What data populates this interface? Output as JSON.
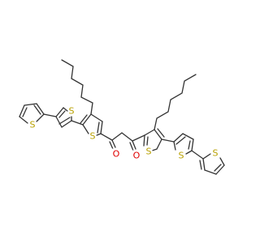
{
  "molecule": {
    "colors": {
      "bond": "#333333",
      "sulfur": "#b8a000",
      "oxygen": "#e00000",
      "background": "#ffffff"
    },
    "atoms": [
      {
        "id": "S1",
        "element": "S",
        "label": "S"
      },
      {
        "id": "S2",
        "element": "S",
        "label": "S"
      },
      {
        "id": "S3",
        "element": "S",
        "label": "S"
      },
      {
        "id": "S4",
        "element": "S",
        "label": "S"
      },
      {
        "id": "S5",
        "element": "S",
        "label": "S"
      },
      {
        "id": "S6",
        "element": "S",
        "label": "S"
      },
      {
        "id": "O1",
        "element": "O",
        "label": "O"
      },
      {
        "id": "O2",
        "element": "O",
        "label": "O"
      }
    ]
  }
}
